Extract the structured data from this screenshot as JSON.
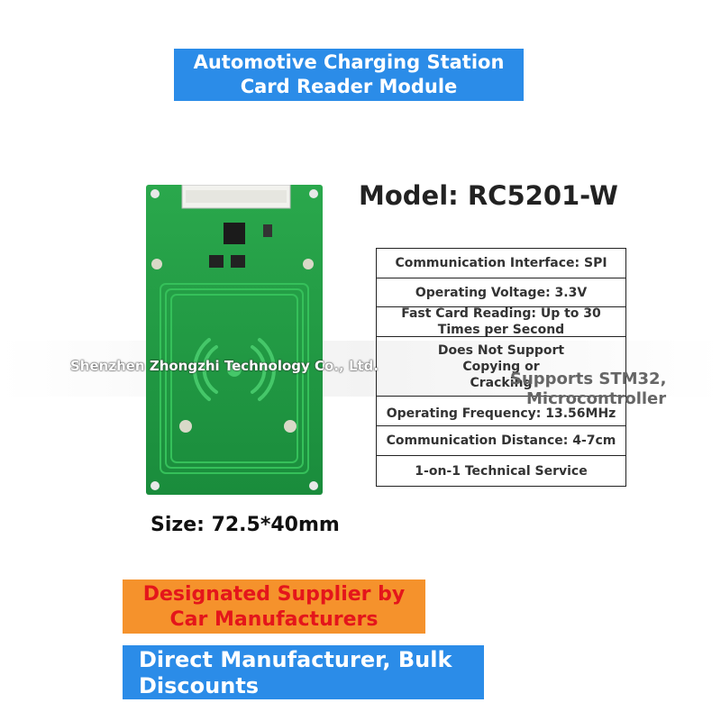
{
  "title": {
    "line1": "Automotive Charging Station",
    "line2": "Card Reader Module"
  },
  "model": "Model: RC5201-W",
  "specs": [
    "Communication Interface: SPI",
    "Operating Voltage: 3.3V",
    "Fast Card Reading: Up to 30 Times per Second",
    "Does Not Support Copying or Cracking",
    "Operating Frequency: 13.56MHz",
    "Communication Distance: 4-7cm",
    "1-on-1 Technical Service"
  ],
  "watermark": "Shenzhen Zhongzhi Technology Co., Ltd.",
  "stm_note": {
    "line1": "Supports STM32,",
    "line2": "Microcontroller"
  },
  "size": "Size: 72.5*40mm",
  "supplier_banner": {
    "line1": "Designated Supplier by",
    "line2": "Car Manufacturers"
  },
  "manufacturer_banner": {
    "line1": "Direct Manufacturer, Bulk",
    "line2": "Discounts"
  },
  "colors": {
    "banner_blue": "#2b8ce8",
    "banner_orange": "#f5922c",
    "supplier_text_red": "#e4161b",
    "pcb_green": "#1f9a43"
  }
}
